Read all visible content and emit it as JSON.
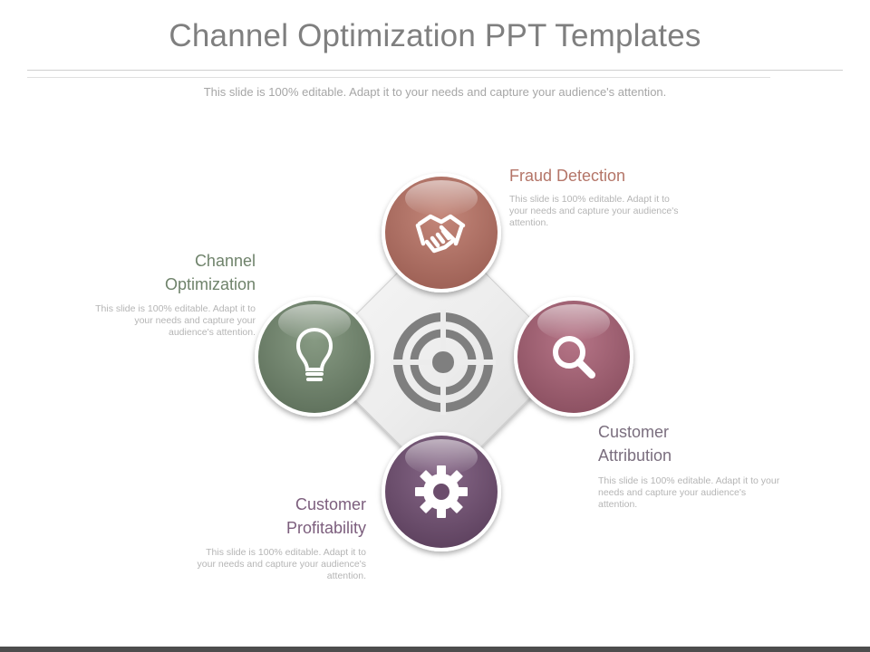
{
  "title": "Channel Optimization PPT Templates",
  "subtitle": "This slide is 100% editable. Adapt it to your needs and capture your audience's attention.",
  "items": [
    {
      "heading": [
        "Fraud Detection"
      ],
      "desc": [
        "This slide is 100% editable. Adapt it to",
        "your needs and capture your audience's",
        "attention."
      ],
      "color": "#b47568",
      "icon": "handshake-icon"
    },
    {
      "heading": [
        "Channel",
        "Optimization"
      ],
      "desc": [
        "This slide is 100% editable. Adapt it to",
        "your needs and capture your",
        "audience's attention."
      ],
      "color": "#6f836b",
      "icon": "lightbulb-icon"
    },
    {
      "heading": [
        "Customer",
        "Attribution"
      ],
      "desc": [
        "This slide is 100% editable. Adapt it to your",
        "needs and capture your audience's",
        "attention."
      ],
      "color": "#7a6e7e",
      "icon": "search-icon"
    },
    {
      "heading": [
        "Customer",
        "Profitability"
      ],
      "desc": [
        "This slide is 100% editable. Adapt it to",
        "your needs and capture your audience's",
        "attention."
      ],
      "color": "#7c5e7d",
      "icon": "gear-icon"
    }
  ],
  "colors": {
    "fraud_circle": "#a96b5f",
    "channel_circle": "#6d7f6a",
    "attribution_circle": "#9b5d6e",
    "profitability_circle": "#6b4d6c",
    "target_icon": "#7f7f7f"
  },
  "center_icon": "target-icon"
}
